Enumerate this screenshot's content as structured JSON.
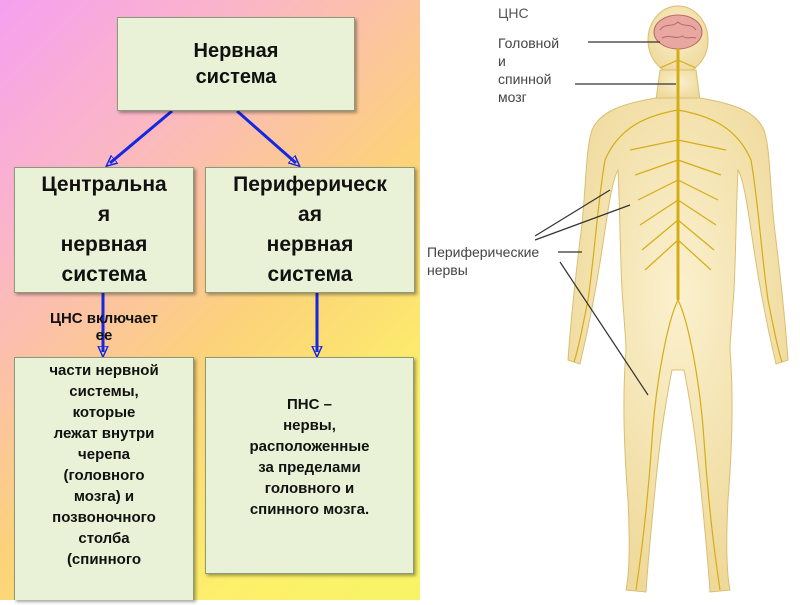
{
  "diagram": {
    "root": {
      "lines": [
        "Нервная",
        "система"
      ]
    },
    "cns": {
      "lines": [
        "Центральна",
        "я",
        "нервная",
        "система"
      ]
    },
    "pns": {
      "lines": [
        "Периферическ",
        "ая",
        "нервная",
        "система"
      ]
    },
    "cns_intro": "ЦНС включает",
    "cns_intro_tail": "ее",
    "cns_detail": {
      "lines": [
        "части нервной",
        "системы,",
        "которые",
        "лежат внутри",
        "черепа",
        "(головного",
        "мозга) и",
        "позвоночного",
        "столба",
        "(спинного"
      ]
    },
    "pns_detail": {
      "lines": [
        "ПНС –",
        "нервы,",
        "расположенные",
        "за пределами",
        "головного и",
        "спинного мозга."
      ]
    }
  },
  "figure": {
    "label_cns": "ЦНС",
    "label_brain": [
      "Головной",
      "и",
      "спинной",
      "мозг"
    ],
    "label_peripheral": [
      "Периферические",
      "нервы"
    ]
  },
  "colors": {
    "arrow": "#1428e0",
    "box_fill": "#e9f2d6",
    "nerve": "#d8b21a",
    "body": "#f7e7b5"
  }
}
